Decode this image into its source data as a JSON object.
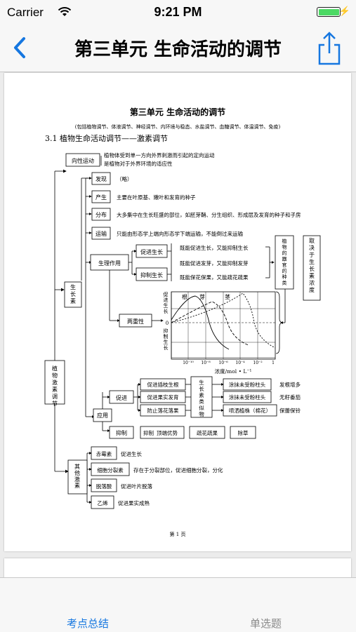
{
  "status": {
    "carrier": "Carrier",
    "time": "9:21 PM"
  },
  "nav": {
    "title": "第三单元  生命活动的调节",
    "back_icon": "chevron-left-icon",
    "share_icon": "share-icon"
  },
  "doc": {
    "heading": "第三单元    生命活动的调节",
    "subheading": "(包括植物调节、体液调节、神经调节、内环境与稳态、水盐调节、血糖调节、体温调节、免疫)",
    "section": "3.1 植物生命活动调节——激素调节",
    "tropism_box": "向性运动",
    "tropism_desc": [
      "植物体受到单一方向外界刺激而引起的定向运动",
      "是植物对于外界环境的适应性"
    ],
    "root_box": "植物激素调节",
    "auxin_box": "生长素",
    "discovery_box": "发现",
    "discovery_desc": "（略）",
    "production_box": "产生",
    "production_desc": "主要在叶原基、嫩叶和发育的种子",
    "distribution_box": "分布",
    "distribution_desc": "大多集中在生长旺盛的部位，如胚芽鞘、分生组织、形成层及发育的种子和子房",
    "transport_box": "运输",
    "transport_desc": "只能由形态学上端向形态学下端运输，不能倒过来运输",
    "physio_box": "生理作用",
    "promote_box": "促进生长",
    "inhibit_box": "抑制生长",
    "effect_lines": [
      "既能促进生长，又能抑制生长",
      "既能促进发芽，又能抑制发芽",
      "既能保花保果，又能疏花疏果"
    ],
    "organ_box": "植物的器官的种类",
    "sensitivity_box": "取决于生长素浓度",
    "duality_box": "两重性",
    "application_box": "应用",
    "promote_app_box": "促进",
    "inhibit_app_box": "抑制",
    "app_items": [
      "促进插枝生根",
      "促进果实发育",
      "防止落花落果"
    ],
    "analog_box": "生长素类似物",
    "app_results": [
      "涂抹未受粉柱头",
      "涂抹未受粉柱头",
      "喷洒植株（棉花）"
    ],
    "app_outcomes": [
      "发根增多",
      "无籽番茄",
      "保蕾保铃"
    ],
    "inhibit_items": [
      "顶端优势",
      "疏花疏果",
      "除草"
    ],
    "inhibit_prefix": "抑制",
    "other_box": "其他激素",
    "other_hormones": [
      {
        "name": "赤霉素",
        "desc": "促进生长"
      },
      {
        "name": "细胞分裂素",
        "desc": "存在于分裂部位，促进细胞分裂，分化"
      },
      {
        "name": "脱落酸",
        "desc": "促进叶片脱落"
      },
      {
        "name": "乙烯",
        "desc": "促进果实成熟"
      }
    ],
    "page_number": "第 1 页"
  },
  "graph": {
    "labels_top": [
      "根",
      "芽",
      "茎"
    ],
    "y_top": "促进生长",
    "y_zero": "0",
    "y_bottom": "抑制生长",
    "x_ticks": [
      "10⁻¹⁰",
      "10⁻⁸",
      "10⁻⁶",
      "10⁻⁴",
      "10⁻²",
      "1"
    ],
    "x_label": "浓度/mol • L⁻¹"
  },
  "tabs": [
    {
      "label": "考点总结",
      "active": true
    },
    {
      "label": "单选题",
      "active": false
    }
  ],
  "colors": {
    "accent": "#1677e0",
    "battery": "#4cd964"
  }
}
